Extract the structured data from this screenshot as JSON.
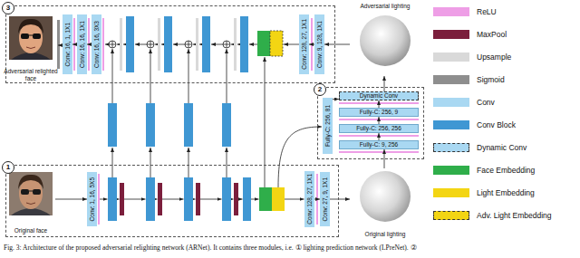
{
  "diagram": {
    "caption": "Fig. 3: Architecture of the proposed adversarial relighting network (ARNet). It contains three modules, i.e. ① lighting prediction network (LPreNet). ②",
    "nodes": [
      {
        "text": [
          "3"
        ]
      },
      {
        "text": [
          "Adversarial relighted face"
        ],
        "in": 0
      },
      {
        "text": [
          "Conv: 16, 1, 1X1"
        ],
        "in": 0
      },
      {
        "text": [
          "Conv: 16, 16, 1X1"
        ],
        "in": 0
      },
      {
        "text": [
          "Conv: 16, 16, 3X3"
        ],
        "in": 0
      },
      {
        "text": [
          "Conv: 128, 27, 1X1"
        ],
        "in": 0
      },
      {
        "text": [
          "Conv: 9, 128, 1X1"
        ],
        "in": 0
      },
      {
        "text": [
          "Adversarial lighting"
        ]
      },
      {
        "text": [
          "2"
        ]
      },
      {
        "text": [
          "Fully-C: 256, 81"
        ],
        "in": 8
      },
      {
        "text": [
          "Dynamic Conv"
        ],
        "in": 8
      },
      {
        "text": [
          "Fully-C: 256, 9"
        ],
        "in": 8
      },
      {
        "text": [
          "Fully-C: 256, 256"
        ],
        "in": 8
      },
      {
        "text": [
          "Fully-C: 9, 256"
        ],
        "in": 8
      },
      {
        "text": [
          "1"
        ]
      },
      {
        "text": [
          "Original face"
        ],
        "in": 14
      },
      {
        "text": [
          "Conv: 1, 16, 5X5"
        ],
        "in": 14
      },
      {
        "text": [
          "Conv: 128, 27, 1X1"
        ],
        "in": 14
      },
      {
        "text": [
          "Conv: 27, 9, 1X1"
        ],
        "in": 14
      },
      {
        "text": [
          "Original lighting"
        ]
      }
    ],
    "edges": [
      {
        "from": 15,
        "to": 16,
        "arrow": "to"
      },
      {
        "from": 17,
        "to": 18,
        "arrow": "to"
      },
      {
        "from": 18,
        "to": 19,
        "arrow": "to"
      },
      {
        "from": 19,
        "to": 13,
        "arrow": "to"
      },
      {
        "from": 13,
        "to": 12,
        "arrow": "to"
      },
      {
        "from": 12,
        "to": 11,
        "arrow": "to"
      },
      {
        "from": 11,
        "to": 10,
        "arrow": "to"
      },
      {
        "from": 9,
        "to": 10,
        "arrow": "to"
      },
      {
        "from": 10,
        "to": 7,
        "arrow": "to"
      },
      {
        "from": 7,
        "to": 6,
        "arrow": "to"
      },
      {
        "from": 6,
        "to": 5,
        "arrow": "to"
      },
      {
        "from": 4,
        "to": 3,
        "arrow": "to"
      },
      {
        "from": 3,
        "to": 2,
        "arrow": "to"
      },
      {
        "from": 2,
        "to": 1,
        "arrow": "to"
      }
    ],
    "legend": [
      {
        "text": "ReLU",
        "color": "#ee9ee6"
      },
      {
        "text": "MaxPool",
        "color": "#7b1e3c"
      },
      {
        "text": "Upsample",
        "color": "#d9d9d9"
      },
      {
        "text": "Sigmoid",
        "color": "#8e8e8e"
      },
      {
        "text": "Conv",
        "color": "#a9d8f2"
      },
      {
        "text": "Conv Block",
        "color": "#3f97d3"
      },
      {
        "text": "Dynamic Conv",
        "color": "#a9d8f2"
      },
      {
        "text": "Face Embedding",
        "color": "#2fae4a"
      },
      {
        "text": "Light Embedding",
        "color": "#f3d513"
      },
      {
        "text": "Adv. Light Embedding",
        "color": "#f3d513"
      }
    ]
  }
}
